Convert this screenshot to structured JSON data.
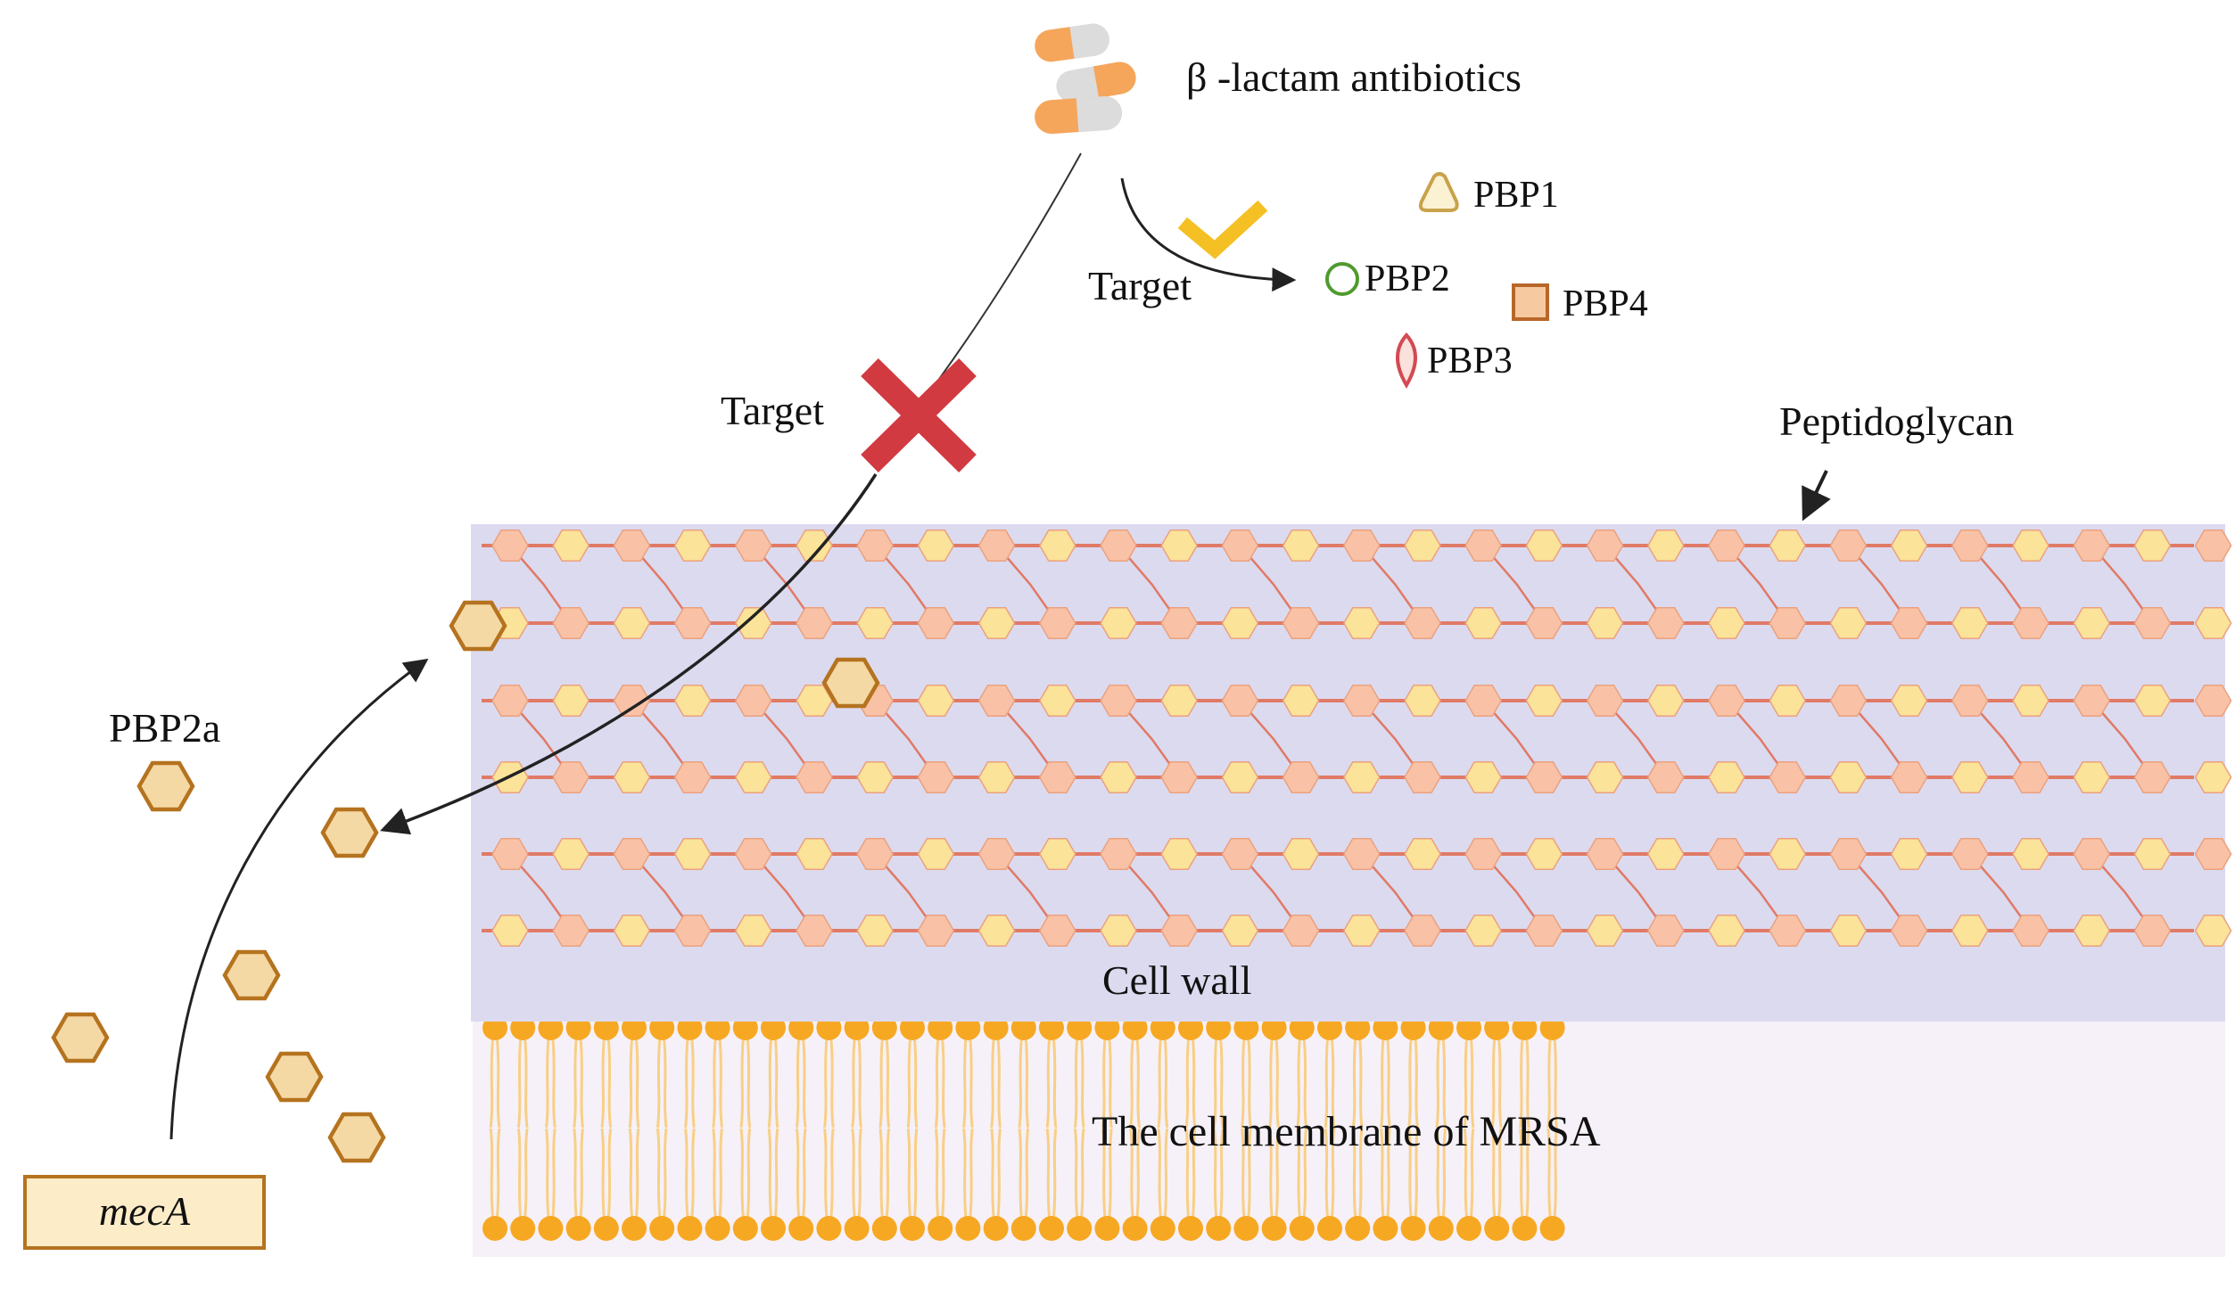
{
  "labels": {
    "antibiotics": "β -lactam antibiotics",
    "target_success": "Target",
    "target_blocked": "Target",
    "pbp1": "PBP1",
    "pbp2": "PBP2",
    "pbp3": "PBP3",
    "pbp4": "PBP4",
    "peptidoglycan": "Peptidoglycan",
    "pbp2a": "PBP2a",
    "cell_wall": "Cell wall",
    "membrane": "The cell membrane of MRSA",
    "gene": "mecA"
  },
  "colors": {
    "cell_wall_bg": "#dcdaef",
    "membrane_bg": "#f6f1f8",
    "hex_pink": "#f9c2a6",
    "hex_yellow": "#fbe39a",
    "hex_stroke": "#eba17e",
    "chain_line": "#e07a66",
    "pbp2a_fill": "#f5d9a4",
    "pbp2a_stroke": "#b5731f",
    "lipid_head": "#f7a823",
    "lipid_tail": "#f8cf86",
    "check": "#f5c024",
    "cross": "#d13a40",
    "pbp1": "#c8a24b",
    "pbp2": "#4f9a2e",
    "pbp3": "#d34a52",
    "pbp4": "#b8672a",
    "gene_box_fill": "#fcecc8",
    "gene_box_stroke": "#b5731f",
    "capsule_orange": "#f5a65b",
    "capsule_grey": "#dcdcdc"
  },
  "icons": [
    "capsule-icon",
    "check-icon",
    "cross-icon",
    "pbp1-triangle-icon",
    "pbp2-circle-icon",
    "pbp3-diamond-icon",
    "pbp4-square-icon",
    "pbp2a-hexagon-icon"
  ]
}
